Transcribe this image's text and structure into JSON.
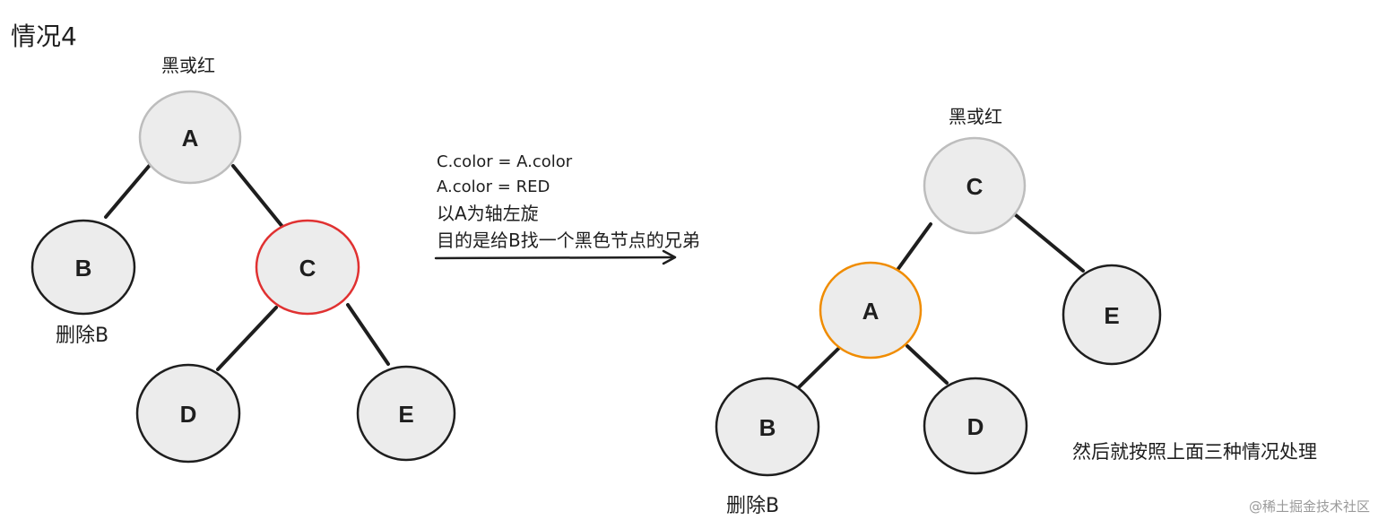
{
  "title": "情况4",
  "left_tree": {
    "top_annotation": "黑或红",
    "nodes": [
      {
        "id": "A",
        "label": "A",
        "border": "#bdbdbd"
      },
      {
        "id": "B",
        "label": "B",
        "border": "#1e1e1e"
      },
      {
        "id": "C",
        "label": "C",
        "border": "#e03131"
      },
      {
        "id": "D",
        "label": "D",
        "border": "#1e1e1e"
      },
      {
        "id": "E",
        "label": "E",
        "border": "#1e1e1e"
      }
    ],
    "delete_note": "删除B"
  },
  "operation": {
    "lines": [
      "C.color = A.color",
      "A.color = RED",
      "以A为轴左旋",
      "目的是给B找一个黑色节点的兄弟"
    ]
  },
  "right_tree": {
    "top_annotation": "黑或红",
    "nodes": [
      {
        "id": "C",
        "label": "C",
        "border": "#bdbdbd"
      },
      {
        "id": "A",
        "label": "A",
        "border": "#f08c00"
      },
      {
        "id": "E",
        "label": "E",
        "border": "#1e1e1e"
      },
      {
        "id": "B",
        "label": "B",
        "border": "#1e1e1e"
      },
      {
        "id": "D",
        "label": "D",
        "border": "#1e1e1e"
      }
    ],
    "delete_note": "删除B"
  },
  "footer_note": "然后就按照上面三种情况处理",
  "watermark": "@稀土掘金技术社区",
  "colors": {
    "node_fill": "#ececec",
    "edge": "#1e1e1e",
    "red": "#e03131",
    "orange": "#f08c00",
    "gray": "#bdbdbd"
  }
}
